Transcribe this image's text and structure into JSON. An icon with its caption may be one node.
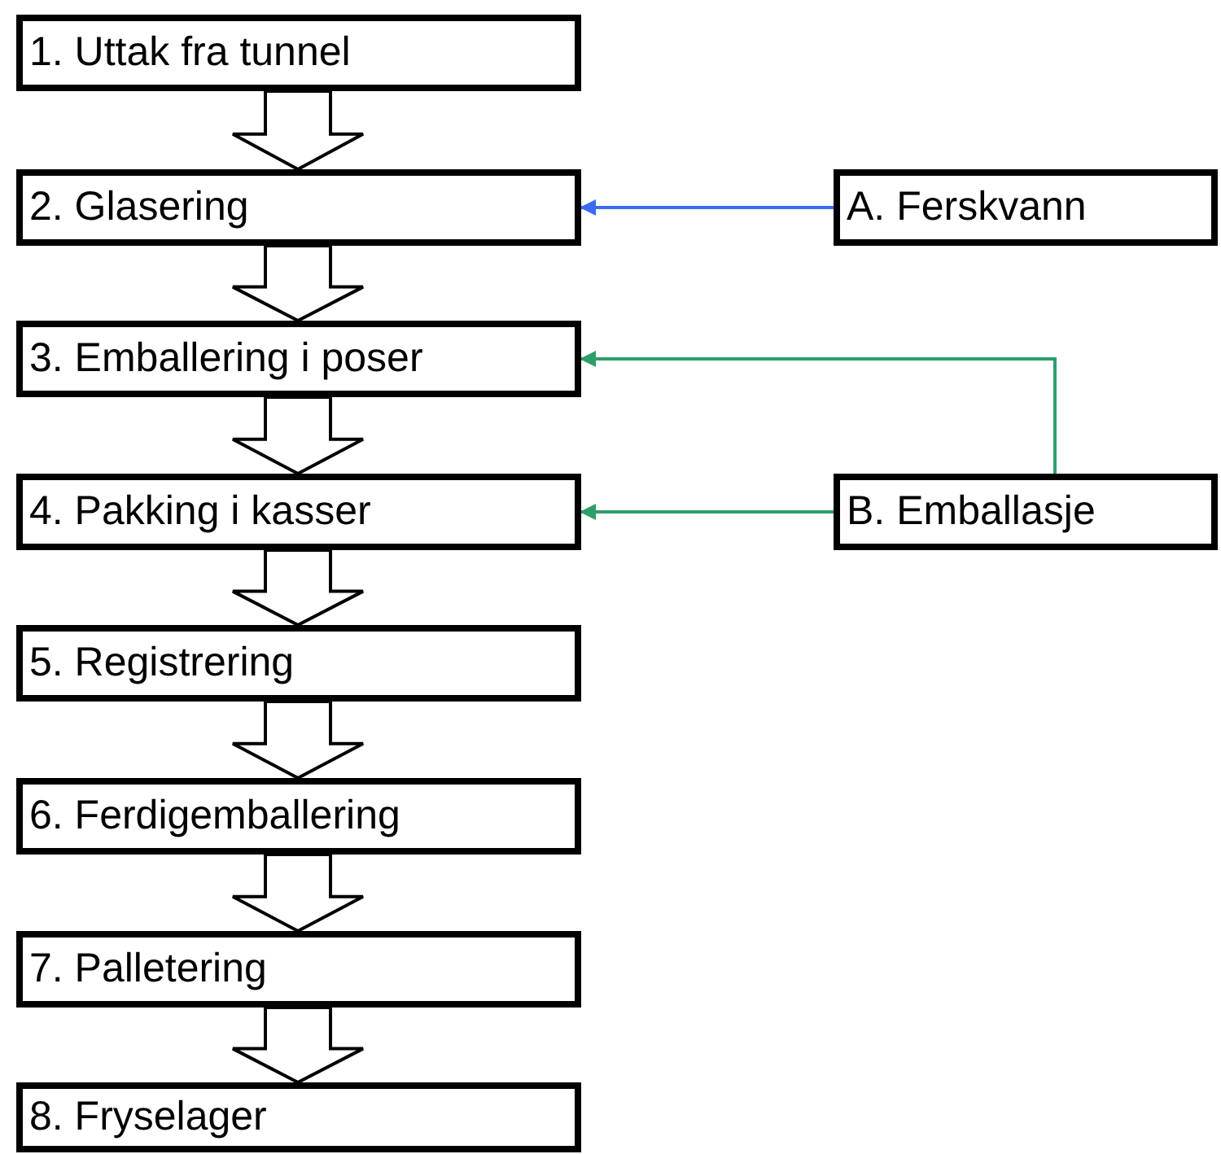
{
  "diagram": {
    "nodes": [
      {
        "text": [
          "1. Uttak fra tunnel"
        ]
      },
      {
        "text": [
          "2. Glasering"
        ]
      },
      {
        "text": [
          "3. Emballering i poser"
        ]
      },
      {
        "text": [
          "4. Pakking i kasser"
        ]
      },
      {
        "text": [
          "5. Registrering"
        ]
      },
      {
        "text": [
          "6. Ferdigemballering"
        ]
      },
      {
        "text": [
          "7. Palletering"
        ]
      },
      {
        "text": [
          "8. Fryselager"
        ]
      },
      {
        "text": [
          "A. Ferskvann"
        ]
      },
      {
        "text": [
          "B. Emballasje"
        ]
      }
    ],
    "edges": [
      {
        "from": 0,
        "to": 1,
        "arrow": "to",
        "style": "thick"
      },
      {
        "from": 1,
        "to": 2,
        "arrow": "to",
        "style": "thick"
      },
      {
        "from": 2,
        "to": 3,
        "arrow": "to",
        "style": "thick"
      },
      {
        "from": 3,
        "to": 4,
        "arrow": "to",
        "style": "thick"
      },
      {
        "from": 4,
        "to": 5,
        "arrow": "to",
        "style": "thick"
      },
      {
        "from": 5,
        "to": 6,
        "arrow": "to",
        "style": "thick"
      },
      {
        "from": 6,
        "to": 7,
        "arrow": "to",
        "style": "thick"
      },
      {
        "from": 8,
        "to": 1,
        "arrow": "to",
        "color": "#3b6cf0"
      },
      {
        "from": 9,
        "to": 2,
        "arrow": "to",
        "color": "#2e9e6b"
      },
      {
        "from": 9,
        "to": 3,
        "arrow": "to",
        "color": "#2e9e6b"
      }
    ]
  }
}
